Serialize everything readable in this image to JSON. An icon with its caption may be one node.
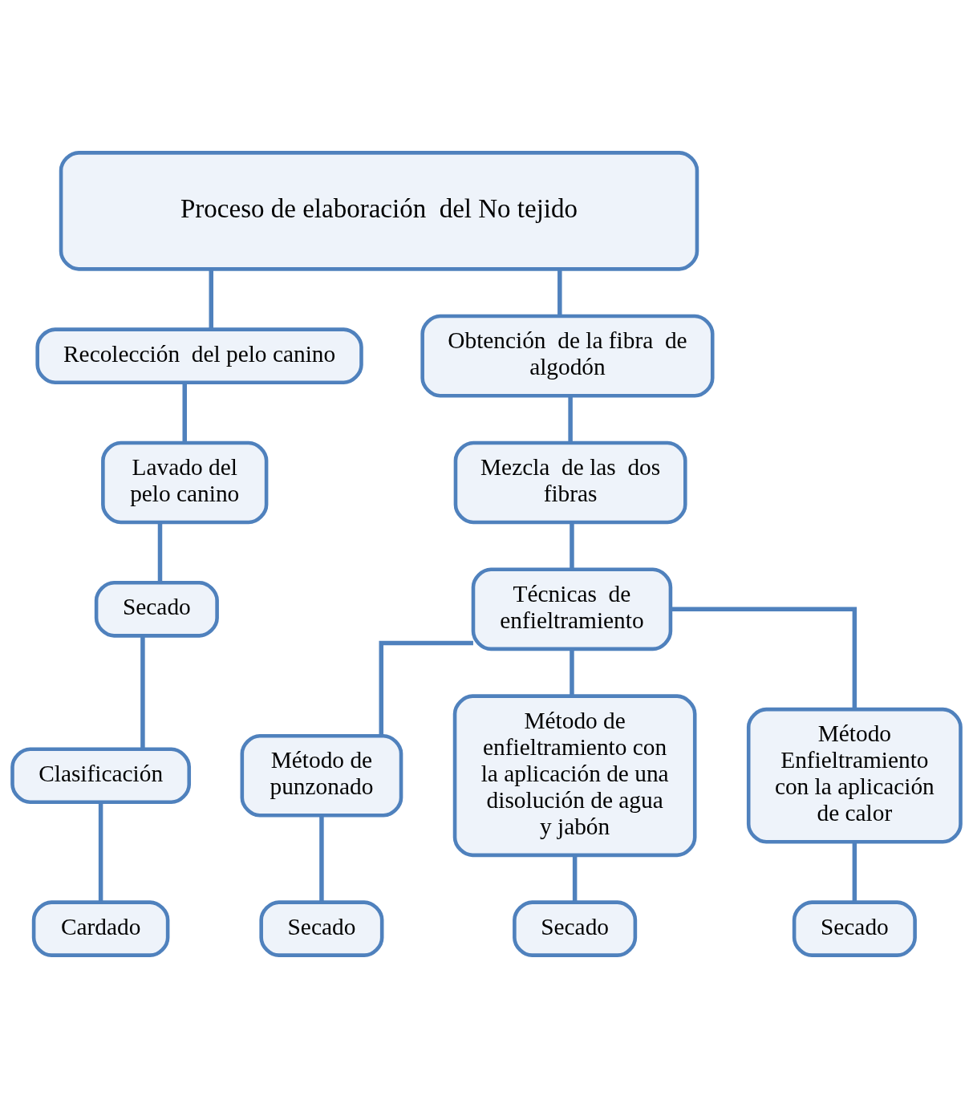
{
  "diagram": {
    "nodes": [
      {
        "text": [
          "Proceso de elaboración  del No tejido"
        ]
      },
      {
        "text": [
          "Recolección  del pelo canino"
        ]
      },
      {
        "text": [
          "Obtención  de la fibra  de algodón"
        ]
      },
      {
        "text": [
          "Lavado del pelo canino"
        ]
      },
      {
        "text": [
          "Secado"
        ]
      },
      {
        "text": [
          "Clasificación"
        ]
      },
      {
        "text": [
          "Cardado"
        ]
      },
      {
        "text": [
          "Mezcla  de las  dos fibras"
        ]
      },
      {
        "text": [
          "Técnicas  de enfieltramiento"
        ]
      },
      {
        "text": [
          "Método de punzonado"
        ]
      },
      {
        "text": [
          "Método de enfieltramiento con la aplicación de una disolución de agua  y jabón"
        ]
      },
      {
        "text": [
          "Método Enfieltramiento con la aplicación de calor"
        ]
      },
      {
        "text": [
          "Secado"
        ]
      },
      {
        "text": [
          "Secado"
        ]
      },
      {
        "text": [
          "Secado"
        ]
      }
    ],
    "edges": [
      {
        "from": 0,
        "to": 1,
        "arrow": "none"
      },
      {
        "from": 0,
        "to": 2,
        "arrow": "none"
      },
      {
        "from": 1,
        "to": 3,
        "arrow": "none"
      },
      {
        "from": 3,
        "to": 4,
        "arrow": "none"
      },
      {
        "from": 4,
        "to": 5,
        "arrow": "none"
      },
      {
        "from": 5,
        "to": 6,
        "arrow": "none"
      },
      {
        "from": 2,
        "to": 7,
        "arrow": "none"
      },
      {
        "from": 7,
        "to": 8,
        "arrow": "none"
      },
      {
        "from": 8,
        "to": 9,
        "arrow": "none"
      },
      {
        "from": 8,
        "to": 10,
        "arrow": "none"
      },
      {
        "from": 8,
        "to": 11,
        "arrow": "none"
      },
      {
        "from": 9,
        "to": 12,
        "arrow": "none"
      },
      {
        "from": 10,
        "to": 13,
        "arrow": "none"
      },
      {
        "from": 11,
        "to": 14,
        "arrow": "none"
      }
    ]
  }
}
